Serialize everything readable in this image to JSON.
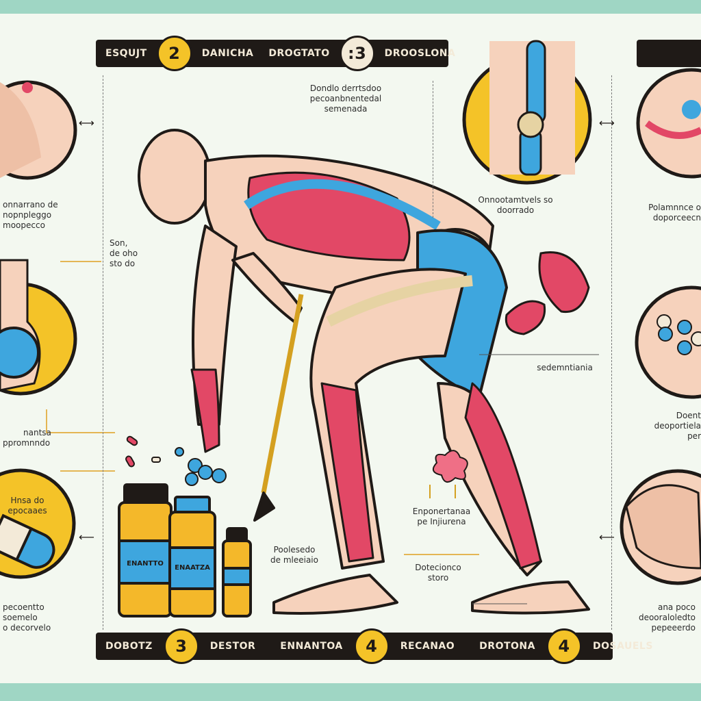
{
  "top_bar": {
    "items": [
      {
        "text": "ESQUJT",
        "number": "2",
        "text2": "DANICHA"
      },
      {
        "text": "DROGTATO",
        "number": ":3",
        "text2": "DROOSLONA"
      }
    ]
  },
  "bottom_bar": {
    "items": [
      {
        "text": "DOBOTZ",
        "number": "3",
        "text2": "DESTOR"
      },
      {
        "text": "ENNANTOA",
        "number": "4",
        "text2": "RECANAO"
      },
      {
        "text": "DROTONA",
        "number": "4",
        "text2": "DOSAUELS"
      }
    ]
  },
  "annotations": {
    "top_center": [
      "Dondlo derrtsdoo",
      "pecoanbnentedal",
      "semenada"
    ],
    "left_1": [
      "onnarrano de",
      "nopnpleggo",
      "moopecco"
    ],
    "left_mid": [
      "Son,",
      "de oho",
      "sto do"
    ],
    "left_2": [
      "nantsa",
      "ppromnndo"
    ],
    "left_circle": [
      "Hnsa do",
      "epocaaes"
    ],
    "left_bottom": [
      "pecoentto",
      "soemelo",
      "o decorvelo"
    ],
    "center_right": [
      "Onnootamtvels so",
      "doorrado"
    ],
    "right_top": [
      "Polamnnce o",
      "doporceecn"
    ],
    "right_mid": [
      "Doent",
      "deoportiela",
      "per"
    ],
    "right_bottom": [
      "ana poco",
      "deooraloledto",
      "pepeeerdo"
    ],
    "sedentary": [
      "sedemntiania"
    ],
    "inflammation": [
      "Enponertanaa",
      "pe Injiurena"
    ],
    "lower_left": [
      "Poolesedo",
      "de mleeiaio"
    ],
    "lower_mid": [
      "Dotecionco",
      "storo"
    ]
  },
  "bottles": [
    {
      "label": "ENANTTO"
    },
    {
      "label": "ENAATZA"
    }
  ],
  "colors": {
    "background": "#9fd6c4",
    "panel": "#f3f8f0",
    "bar": "#1f1a17",
    "accent_yellow": "#f4c328",
    "muscle_red": "#e24866",
    "bone": "#e6d3a3",
    "blue": "#3ea6de",
    "skin": "#f6d2bc"
  }
}
